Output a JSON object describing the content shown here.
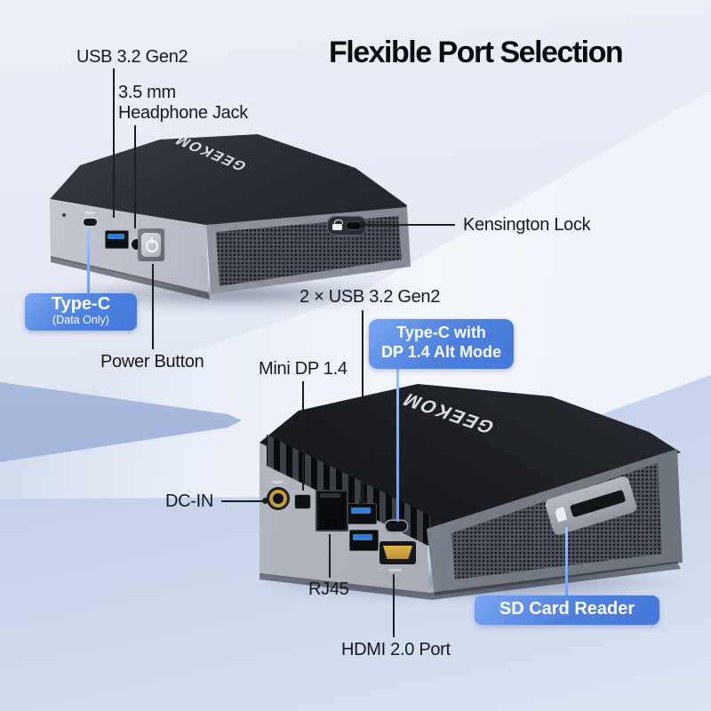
{
  "title": "Flexible Port Selection",
  "brand": "GEEKOM",
  "front_device": {
    "usb_label": "USB 3.2 Gen2",
    "headphone_label_line1": "3.5 mm",
    "headphone_label_line2": "Headphone Jack",
    "kensington_label": "Kensington Lock",
    "typec_badge_title": "Type-C",
    "typec_badge_subtitle": "(Data Only)",
    "power_label": "Power Button"
  },
  "rear_device": {
    "usb_label": "2 × USB 3.2 Gen2",
    "minidp_label": "Mini DP 1.4",
    "typec_badge_line1": "Type-C with",
    "typec_badge_line2": "DP 1.4 Alt Mode",
    "dcin_label": "DC-IN",
    "rj45_label": "RJ45",
    "hdmi_label": "HDMI 2.0 Port",
    "sd_badge_label": "SD Card Reader"
  },
  "colors": {
    "badge_blue_start": "#79a5f0",
    "badge_blue_end": "#4377d9",
    "callout_black": "#1d1e20",
    "callout_blue": "#7aa3ec",
    "title_color": "#0a0b0d",
    "background_top": "#ebeef7",
    "background_plane": "#b9c8e6"
  }
}
